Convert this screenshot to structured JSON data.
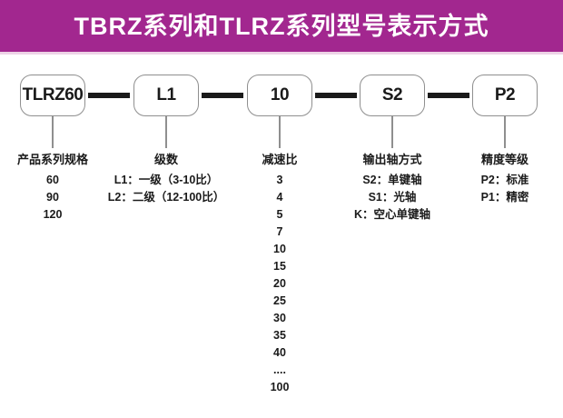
{
  "title": "TBRZ系列和TLRZ系列型号表示方式",
  "colors": {
    "accent": "#A2278F",
    "accent_underline": "#EDD3E6",
    "box_border": "#8f8f8f",
    "connector": "#1a1a1a"
  },
  "columns": [
    {
      "code": "TLRZ60",
      "label": "产品系列规格",
      "items": [
        "60",
        "90",
        "120"
      ]
    },
    {
      "code": "L1",
      "label": "级数",
      "items": [
        "L1：一级（3-10比）",
        "L2：二级（12-100比）"
      ]
    },
    {
      "code": "10",
      "label": "减速比",
      "items": [
        "3",
        "4",
        "5",
        "7",
        "10",
        "15",
        "20",
        "25",
        "30",
        "35",
        "40",
        "....",
        "100"
      ]
    },
    {
      "code": "S2",
      "label": "输出轴方式",
      "items": [
        "S2：单键轴",
        "S1：光轴",
        "K：空心单键轴"
      ]
    },
    {
      "code": "P2",
      "label": "精度等级",
      "items": [
        "P2：标准",
        "P1：精密"
      ]
    }
  ]
}
